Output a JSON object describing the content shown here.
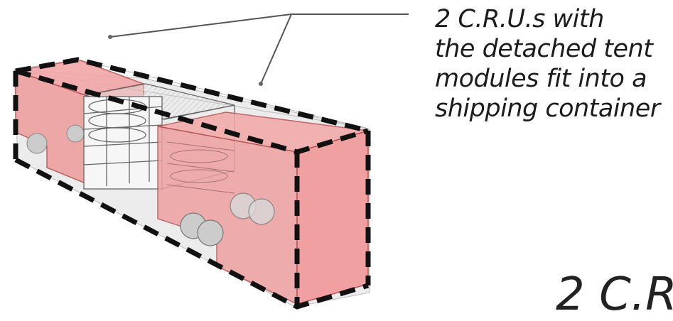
{
  "caption": {
    "lines": [
      "2 C.R.U.s with",
      "the detached tent",
      "modules fit into a",
      "shipping container"
    ]
  },
  "cropped_label": "2 C.R",
  "colors": {
    "module_fill": "#f2a7a7",
    "module_stroke": "#b35454",
    "dash": "#111111",
    "leader": "#555555",
    "frame": "#666666"
  }
}
